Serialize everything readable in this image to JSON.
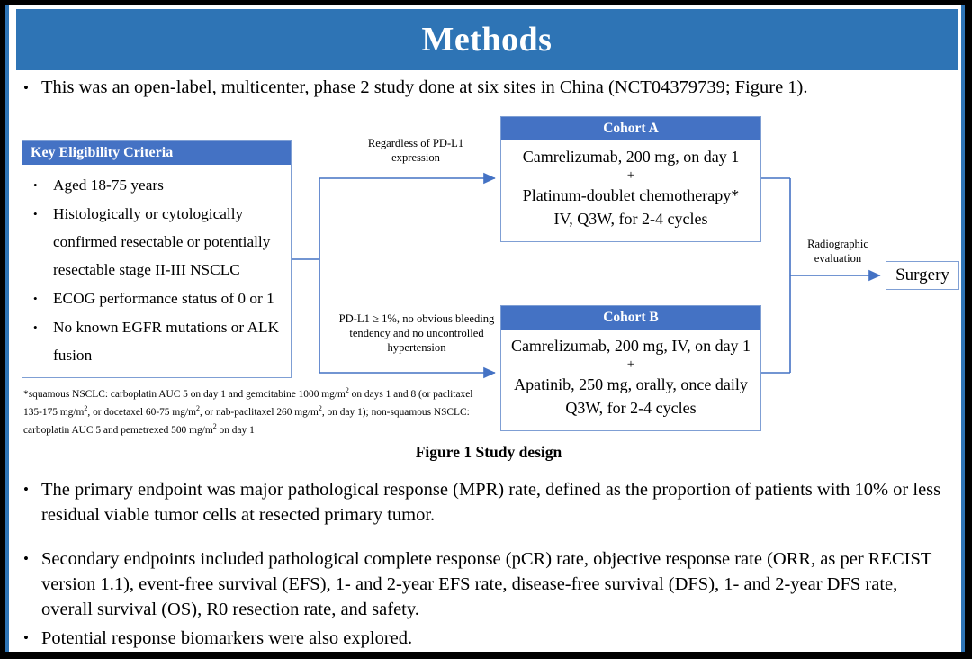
{
  "slide": {
    "title": "Methods",
    "title_bg": "#2E74B5",
    "box_header_bg": "#4472C4",
    "connector_color": "#4472C4"
  },
  "lead_bullet": {
    "marker": "•",
    "text": "This was an open-label, multicenter, phase 2 study done at six sites in China (NCT04379739; Figure 1)."
  },
  "figure": {
    "caption": "Figure 1 Study design",
    "eligibility": {
      "header": "Key  Eligibility Criteria",
      "marker": "•",
      "items": [
        "Aged 18-75 years",
        "Histologically or cytologically confirmed resectable or potentially resectable stage II-III  NSCLC",
        "ECOG performance status of 0 or 1",
        "No known EGFR mutations or ALK fusion"
      ]
    },
    "footnote": "*squamous NSCLC: carboplatin AUC 5 on day 1 and gemcitabine 1000 mg/m2 on days 1 and 8 (or paclitaxel 135-175 mg/m2, or docetaxel 60-75 mg/m2, or nab-paclitaxel 260 mg/m2, on day 1); non-squamous NSCLC: carboplatin AUC 5 and pemetrexed 500 mg/m2 on day 1",
    "cohort_a": {
      "header": "Cohort A",
      "line1": "Camrelizumab, 200 mg, on day 1",
      "plus": "+",
      "line2": "Platinum-doublet chemotherapy*",
      "line3": "IV, Q3W, for 2-4 cycles"
    },
    "cohort_b": {
      "header": "Cohort B",
      "line1": "Camrelizumab, 200 mg, IV, on day 1",
      "plus": "+",
      "line2": "Apatinib, 250 mg, orally, once daily",
      "line3": "Q3W, for 2-4 cycles"
    },
    "annotation_a": "Regardless  of PD-L1 expression",
    "annotation_b": "PD-L1 ≥ 1%, no obvious bleeding tendency and no uncontrolled  hypertension",
    "annotation_radiographic": "Radiographic evaluation",
    "surgery": "Surgery"
  },
  "body_bullets": [
    {
      "marker": "•",
      "text": "The primary endpoint was major pathological response (MPR) rate, defined as the proportion of patients with 10% or less residual viable tumor cells at resected primary tumor."
    },
    {
      "marker": "•",
      "text": "Secondary endpoints included pathological complete response (pCR) rate, objective response rate (ORR, as per RECIST version 1.1), event-free survival (EFS), 1- and 2-year EFS rate, disease-free survival (DFS), 1- and 2-year DFS rate, overall survival (OS), R0 resection rate, and safety."
    },
    {
      "marker": "•",
      "text": "Potential response biomarkers were also explored."
    }
  ]
}
